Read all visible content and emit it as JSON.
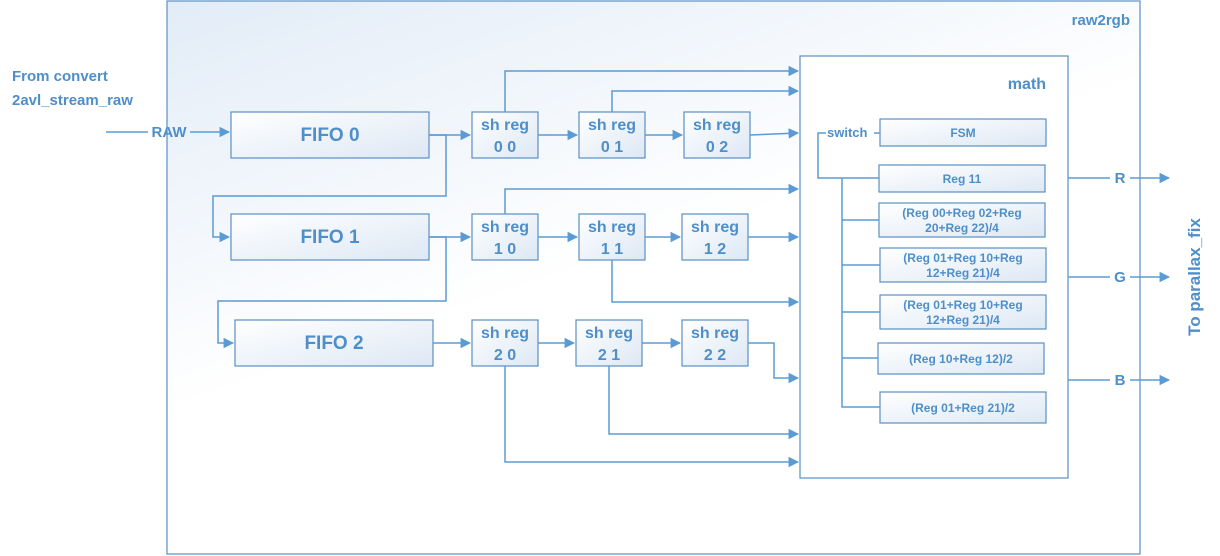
{
  "diagram": {
    "outer_title": "raw2rgb",
    "input_source": [
      "From convert",
      "2avl_stream_raw"
    ],
    "input_label": "RAW",
    "output_dest": "To parallax_fix",
    "outputs": [
      "R",
      "G",
      "B"
    ],
    "fifos": [
      "FIFO 0",
      "FIFO 1",
      "FIFO 2"
    ],
    "sh_regs": [
      [
        {
          "top": "sh reg",
          "bottom": "0 0"
        },
        {
          "top": "sh reg",
          "bottom": "0 1"
        },
        {
          "top": "sh reg",
          "bottom": "0 2"
        }
      ],
      [
        {
          "top": "sh reg",
          "bottom": "1 0"
        },
        {
          "top": "sh reg",
          "bottom": "1 1"
        },
        {
          "top": "sh reg",
          "bottom": "1 2"
        }
      ],
      [
        {
          "top": "sh reg",
          "bottom": "2 0"
        },
        {
          "top": "sh reg",
          "bottom": "2 1"
        },
        {
          "top": "sh reg",
          "bottom": "2 2"
        }
      ]
    ],
    "math": {
      "title": "math",
      "switch_label": "switch",
      "blocks": [
        {
          "lines": [
            "FSM"
          ]
        },
        {
          "lines": [
            "Reg 11"
          ]
        },
        {
          "lines": [
            "(Reg 00+Reg 02+Reg",
            "20+Reg 22)/4"
          ]
        },
        {
          "lines": [
            "(Reg 01+Reg 10+Reg",
            "12+Reg 21)/4"
          ]
        },
        {
          "lines": [
            "(Reg 01+Reg 10+Reg",
            "12+Reg 21)/4"
          ]
        },
        {
          "lines": [
            "(Reg 10+Reg 12)/2"
          ]
        },
        {
          "lines": [
            "(Reg 01+Reg 21)/2"
          ]
        }
      ]
    },
    "colors": {
      "stroke": "#5b8fc4",
      "wire": "#5b9bd5",
      "text": "#4e8fca"
    }
  }
}
